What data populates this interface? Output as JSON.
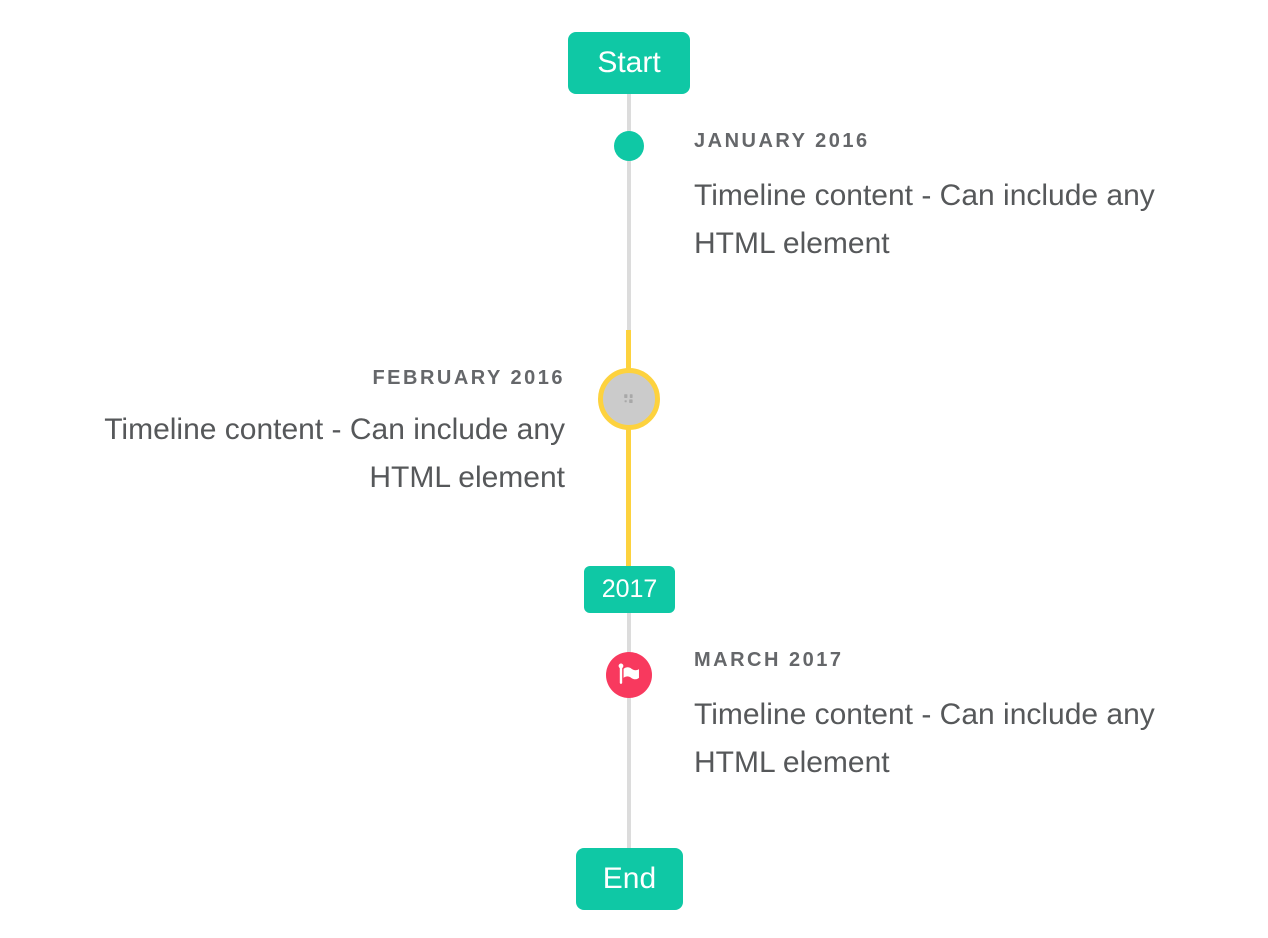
{
  "timeline": {
    "start_label": "Start",
    "year_badge": "2017",
    "end_label": "End",
    "events": [
      {
        "label": "JANUARY 2016",
        "content": "Timeline content - Can include any HTML element",
        "side": "right",
        "marker": "teal-dot"
      },
      {
        "label": "FEBRUARY 2016",
        "content": "Timeline content - Can include any HTML element",
        "side": "left",
        "marker": "gray-circle-yellow-ring-broken-image"
      },
      {
        "label": "MARCH 2017",
        "content": "Timeline content - Can include any HTML element",
        "side": "right",
        "marker": "red-circle-flag"
      }
    ],
    "colors": {
      "accent_teal": "#0fc8a5",
      "highlight_yellow": "#fdd23e",
      "marker_red": "#f8395e",
      "line_gray": "#dcdcdc",
      "marker_gray_fill": "#cbcbcb",
      "label_text": "#65676a",
      "content_text": "#56585a",
      "badge_text": "#ffffff"
    }
  }
}
